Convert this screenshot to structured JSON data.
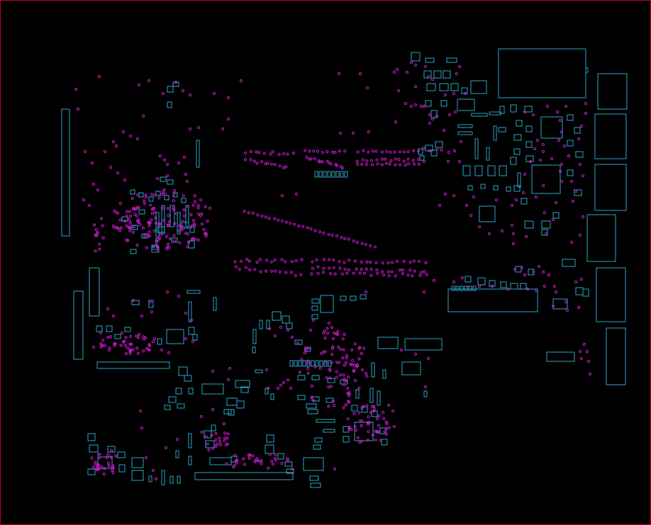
{
  "view": {
    "title": "",
    "background": "#000000",
    "frame_color": "#c0001e",
    "outline_color": "#2aa7c9",
    "via_color": "#d11bd6"
  },
  "components": {
    "connectors": [
      "connector-left-long",
      "connector-left-short",
      "connector-left-lower",
      "connector-right-top",
      "connector-right-2",
      "connector-right-3",
      "connector-right-4",
      "connector-right-5",
      "connector-right-6",
      "connector-top-block"
    ],
    "chips": [
      "ic-top-right-1",
      "ic-top-right-2",
      "ic-mid-right",
      "ic-bottom-center",
      "ic-bottom-left"
    ]
  }
}
